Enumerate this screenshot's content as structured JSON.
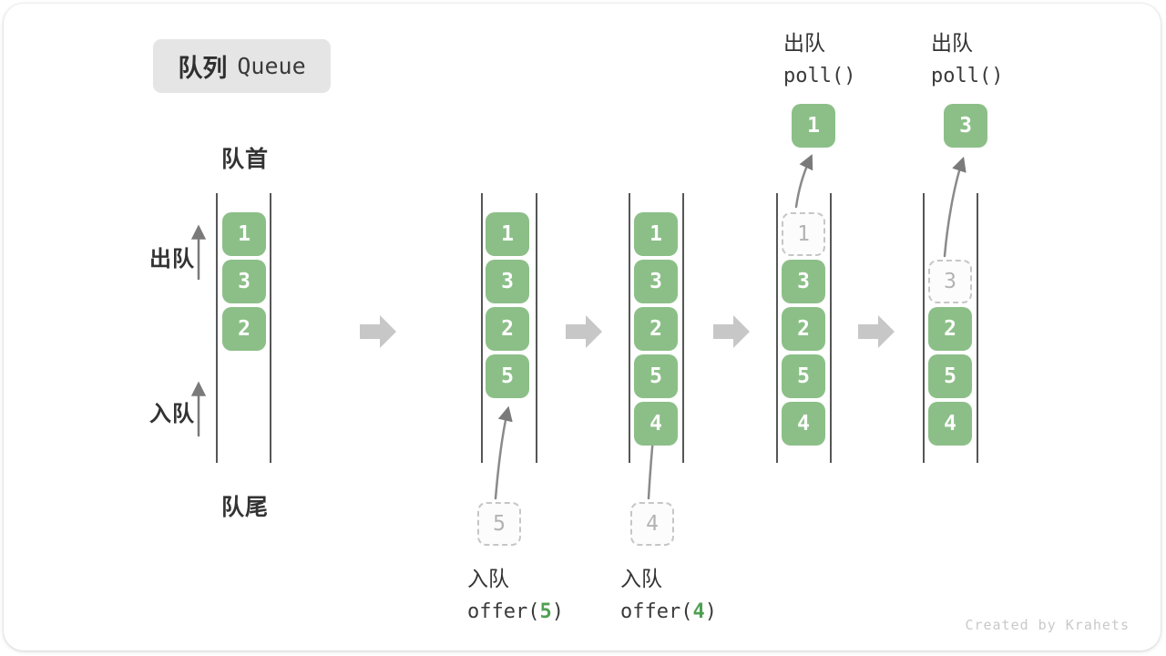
{
  "title": {
    "zh": "队列",
    "en": "Queue"
  },
  "labels": {
    "front": "队首",
    "rear": "队尾",
    "dequeue_side": "出队",
    "enqueue_side": "入队"
  },
  "watermark": "Created by Krahets",
  "colors": {
    "box_green": "#8CBF88",
    "code_green": "#4FA052",
    "badge_bg": "#E5E5E5",
    "block_arrow_gray": "#C7C7C7",
    "thin_arrow_gray": "#7A7A7A",
    "wall_gray": "#565656",
    "text_dark": "#333333",
    "dashed_border": "#C6C6C6",
    "dashed_text": "#B3B3B3",
    "watermark_gray": "#C9C9C9"
  },
  "states": [
    {
      "boxes": [
        "1",
        "3",
        "2"
      ]
    },
    {
      "boxes": [
        "1",
        "3",
        "2",
        "5"
      ],
      "pending": "5",
      "op_label": "入队",
      "op_pre": "offer(",
      "op_arg": "5",
      "op_post": ")"
    },
    {
      "boxes": [
        "1",
        "3",
        "2",
        "5",
        "4"
      ],
      "pending": "4",
      "op_label": "入队",
      "op_pre": "offer(",
      "op_arg": "4",
      "op_post": ")"
    },
    {
      "removed": "1",
      "boxes": [
        "3",
        "2",
        "5",
        "4"
      ],
      "out": "1",
      "op_label": "出队",
      "op_code": "poll()"
    },
    {
      "removed": "3",
      "boxes": [
        "2",
        "5",
        "4"
      ],
      "out": "3",
      "op_label": "出队",
      "op_code": "poll()"
    }
  ]
}
